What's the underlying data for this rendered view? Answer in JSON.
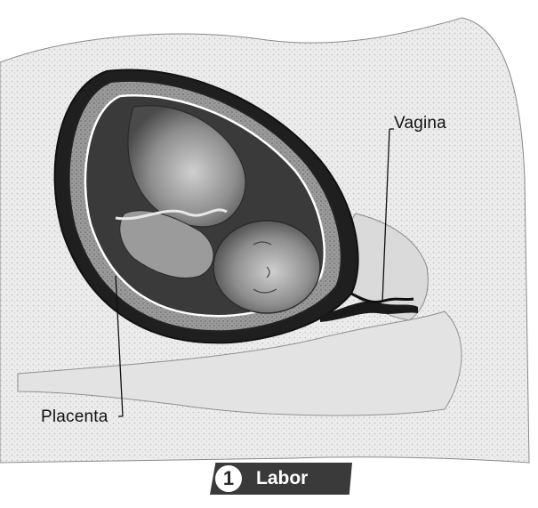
{
  "labels": {
    "vagina": "Vagina",
    "placenta": "Placenta"
  },
  "stage": {
    "number": "1",
    "title": "Labor"
  },
  "colors": {
    "line": "#111111",
    "shade_dark": "#2b2b2b",
    "shade_mid": "#7a7a7a",
    "shade_light": "#d9d9d9",
    "banner": "#3a3a3a"
  }
}
